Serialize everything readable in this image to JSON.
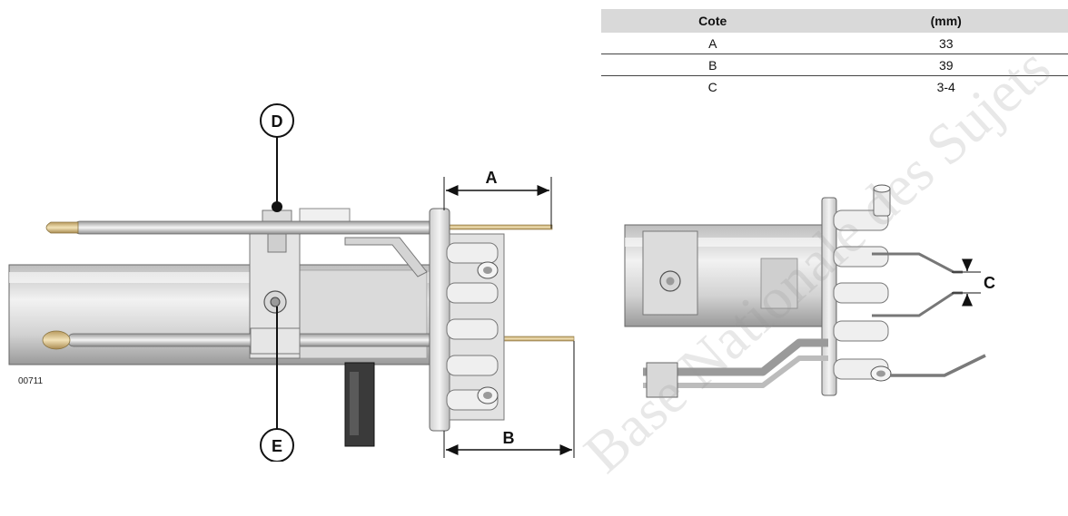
{
  "table": {
    "headers": [
      "Cote",
      "(mm)"
    ],
    "rows": [
      {
        "cote": "A",
        "mm": "33"
      },
      {
        "cote": "B",
        "mm": "39"
      },
      {
        "cote": "C",
        "mm": "3-4"
      }
    ]
  },
  "labels": {
    "a": "A",
    "b": "B",
    "c": "C",
    "d": "D",
    "e": "E"
  },
  "figure_code": "00711",
  "watermark": "Base Nationale des Sujets",
  "colors": {
    "line": "#111111",
    "metal_light": "#eeeeee",
    "metal_mid": "#cfcfcf",
    "metal_dark": "#8a8a8a",
    "brass": "#d8c39a"
  }
}
